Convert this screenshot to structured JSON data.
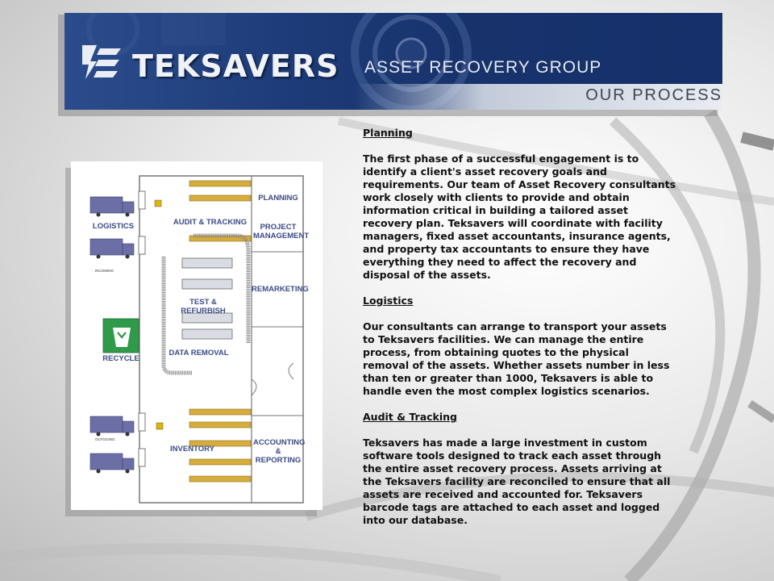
{
  "banner": {
    "brand": "TEKSAVERS",
    "subtitle": "ASSET RECOVERY GROUP",
    "heading": "OUR PROCESS"
  },
  "floor_plan": {
    "areas": {
      "planning": "PLANNING",
      "project_management": "PROJECT MANAGEMENT",
      "remarketing": "REMARKETING",
      "accounting": "ACCOUNTING & REPORTING",
      "audit": "AUDIT & TRACKING",
      "test": "TEST & REFURBISH",
      "data_removal": "DATA REMOVAL",
      "inventory": "INVENTORY",
      "logistics": "LOGISTICS",
      "recycle": "RECYCLE"
    },
    "truck_labels": {
      "incoming": "INCOMING",
      "outgoing": "OUTGOING"
    }
  },
  "sections": [
    {
      "heading": "Planning",
      "body": "The first phase of a successful engagement is to identify a client's asset recovery goals and requirements.  Our team of Asset Recovery consultants work closely with clients to provide and obtain information critical in building a tailored asset recovery plan.  Teksavers will coordinate with facility managers, fixed asset accountants, insurance agents, and property tax accountants to ensure they have everything they need to affect the recovery and disposal of the assets."
    },
    {
      "heading": "Logistics",
      "body": "Our consultants can arrange to transport your assets to Teksavers facilities.  We can manage the entire process, from obtaining quotes to the physical removal of the assets.  Whether assets number in less than ten or greater than 1000, Teksavers is able to handle even the most complex logistics scenarios."
    },
    {
      "heading": "Audit & Tracking",
      "body": "Teksavers has made a large investment in custom software tools designed to track each asset through the entire asset recovery process.  Assets arriving at the Teksavers facility are reconciled to ensure that all assets are received and accounted for.  Teksavers barcode tags are attached to each asset and logged into our database."
    }
  ],
  "colors": {
    "banner_blue": "#1d3b78",
    "plan_label": "#3a4a86",
    "truck": "#6b6fa6",
    "pallet": "#d6ad3c",
    "recycle_green": "#2f9a4a"
  }
}
